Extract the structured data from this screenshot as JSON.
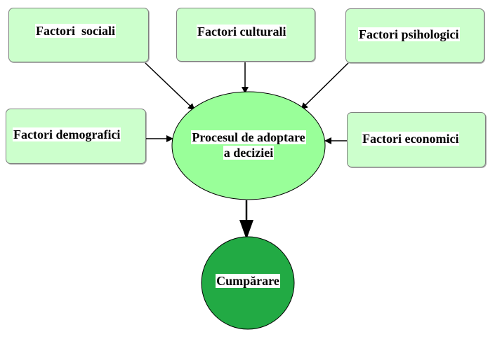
{
  "nodes": {
    "social": "Factori  sociali",
    "cultural": "Factori culturali",
    "psychological": "Factori psihologici",
    "demographic": "Factori demografici",
    "economic": "Factori economici",
    "process_line1": "Procesul de adoptare",
    "process_line2": "a deciziei",
    "purchase": "Cumpărare"
  },
  "colors": {
    "factor_fill": "#ccffcc",
    "process_fill": "#99ff99",
    "purchase_fill": "#22aa44",
    "outline": "#000000"
  }
}
